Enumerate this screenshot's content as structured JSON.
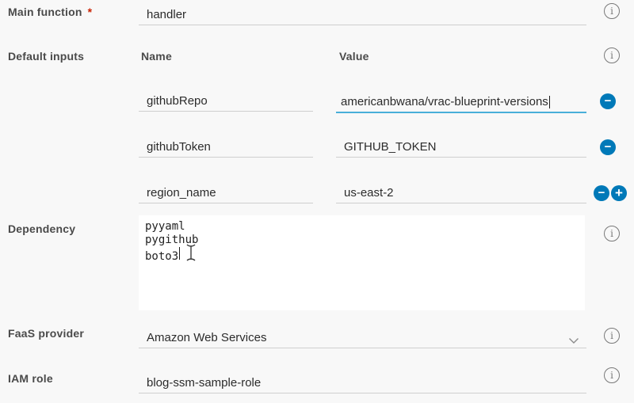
{
  "form": {
    "main_function": {
      "label": "Main function",
      "required_marker": "*",
      "value": "handler"
    },
    "default_inputs": {
      "label": "Default inputs",
      "columns": {
        "name": "Name",
        "value": "Value"
      },
      "rows": [
        {
          "name": "githubRepo",
          "value": "americanbwana/vrac-blueprint-versions"
        },
        {
          "name": "githubToken",
          "value": "GITHUB_TOKEN"
        },
        {
          "name": "region_name",
          "value": "us-east-2"
        }
      ]
    },
    "dependency": {
      "label": "Dependency",
      "lines": [
        "pyyaml",
        "pygithub",
        "boto3"
      ]
    },
    "faas_provider": {
      "label": "FaaS provider",
      "selected": "Amazon Web Services"
    },
    "iam_role": {
      "label": "IAM role",
      "value": "blog-ssm-sample-role"
    }
  },
  "icons": {
    "info": "i",
    "minus": "−",
    "plus": "+"
  },
  "colors": {
    "page_background": "#f8f8f8",
    "accent_blue": "#0079b8",
    "focus_underline": "#49afd9",
    "required_red": "#c92100",
    "underline_gray": "#cfcfcf",
    "label_gray": "#4a4a4a"
  }
}
